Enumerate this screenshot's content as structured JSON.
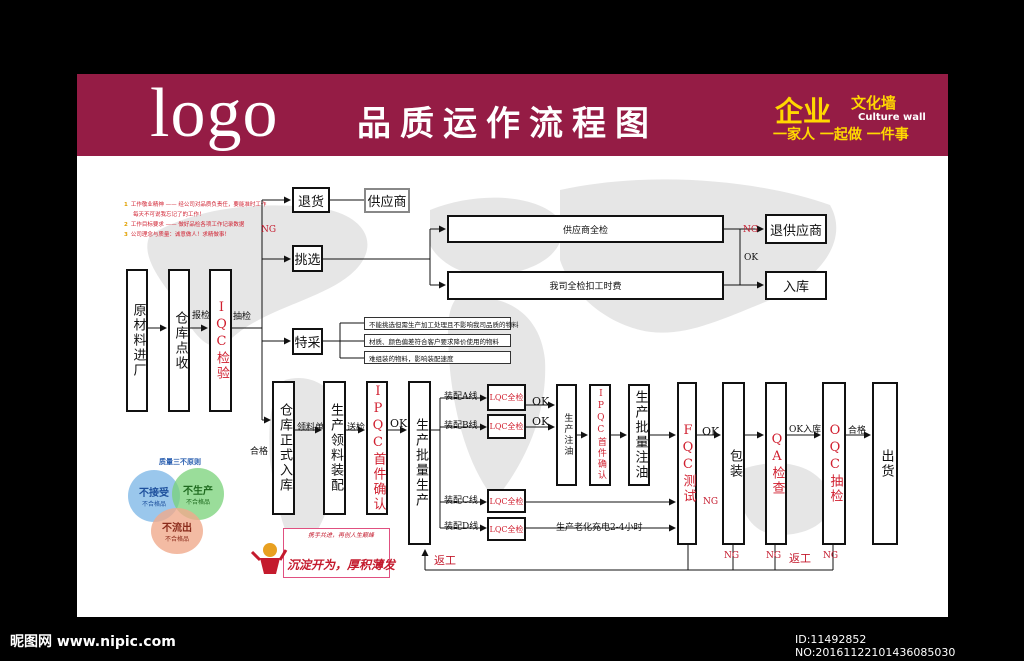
{
  "header": {
    "logo": "logo",
    "title": "品质运作流程图",
    "brand_main": "企业",
    "brand_sub": "文化墙",
    "brand_en": "Culture wall",
    "brand_slogan": "一家人 一起做 一件事"
  },
  "notes": [
    {
      "num": "1",
      "text": "工作敬业精神 —— 经公司对品质负责任，要能准时工作"
    },
    {
      "num": "",
      "text": "每天不可说我忘记了的工作！"
    },
    {
      "num": "2",
      "text": "工作目标要求 —— 做好品检各项工作记录数据"
    },
    {
      "num": "3",
      "text": "公司理念与质量：诚意做人！求精做事！"
    }
  ],
  "boxes": {
    "raw": "原材料进厂",
    "warehouse_count": "仓库点收",
    "iqc": "IQC检验",
    "return": "退货",
    "supplier": "供应商",
    "pick": "挑选",
    "special": "特采",
    "supplier_full_check": "供应商全检",
    "our_full_check": "我司全检扣工时费",
    "return_supplier": "退供应商",
    "stock_in": "入库",
    "warehouse_formal": "仓库正式入库",
    "prod_material": "生产领料装配",
    "ipqc_first": "IPQC首件确认",
    "mass_prod": "生产批量生产",
    "lqc_a": "LQC全检",
    "lqc_b": "LQC全检",
    "lqc_c": "LQC全检",
    "lqc_d": "LQC全检",
    "prod_oil": "生产注油",
    "ipqc_first2": "IPQC首件确认",
    "mass_oil": "生产批量注油",
    "fqc": "FQC测试",
    "pack": "包装",
    "qa": "QA检查",
    "oqc": "OQC抽检",
    "ship": "出货"
  },
  "special_notes": [
    "不能挑选但需生产加工处理且不影响我司品质的物料",
    "材质、颜色偏差符合客户要求降价使用的物料",
    "难组装的物料，影响装配速度"
  ],
  "labels": {
    "report": "报检",
    "sample": "抽检",
    "ng": "NG",
    "ok": "OK",
    "qualified": "合格",
    "pick_list": "领料单",
    "send_check": "送检",
    "line_a": "装配A线",
    "line_b": "装配B线",
    "line_c": "装配C线",
    "line_d": "装配D线",
    "aging": "生产老化充电2-4小时",
    "ok_stock": "OK入库",
    "rework": "返工"
  },
  "quality": {
    "title": "质量三不原则",
    "c1_big": "不接受",
    "c1_small": "不合格品",
    "c2_big": "不生产",
    "c2_small": "不合格品",
    "c3_big": "不流出",
    "c3_small": "不合格品"
  },
  "promo": {
    "line1": "携手共进，再创人生巅峰",
    "line2": "沉淀开为，厚积薄发"
  },
  "footer": {
    "site": "昵图网 www.nipic.com",
    "id": "ID:11492852 NO:20161122101436085030"
  },
  "colors": {
    "header": "#951c45",
    "accent_red": "#d01f2f",
    "brand_yellow": "#ffd800"
  }
}
